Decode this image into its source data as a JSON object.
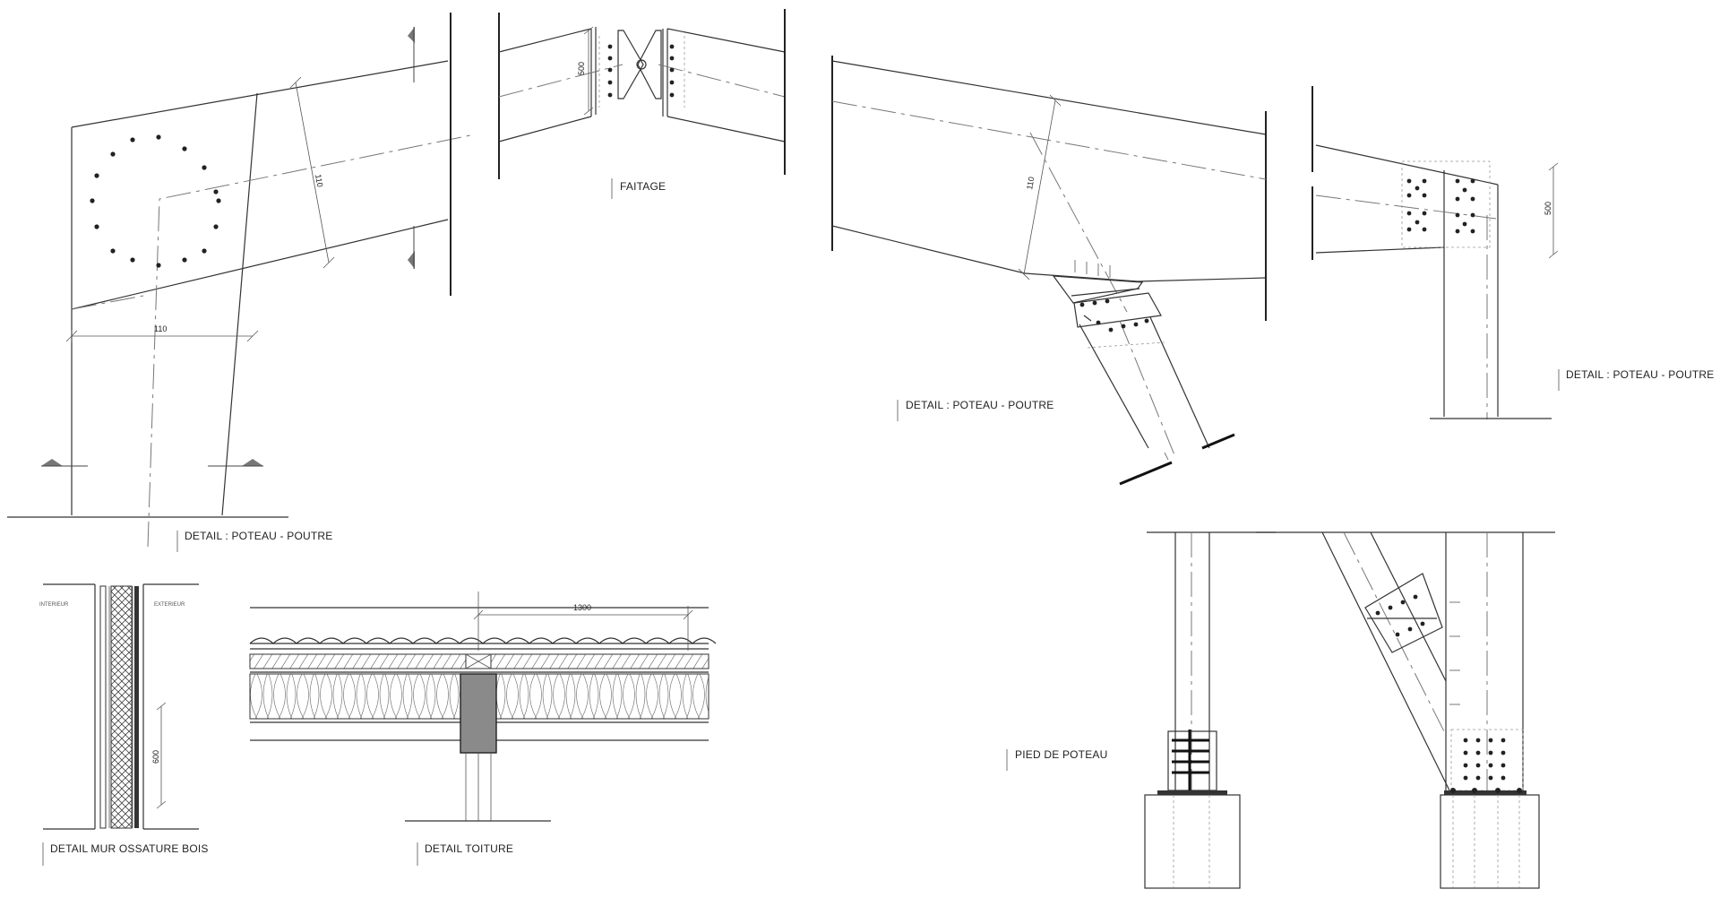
{
  "drawing": {
    "labels": {
      "faitage": "FAITAGE",
      "poteau_poutre": "DETAIL : POTEAU - POUTRE",
      "pied_de_poteau": "PIED DE POTEAU",
      "mur_ossature": "DETAIL MUR OSSATURE BOIS",
      "toiture": "DETAIL TOITURE"
    },
    "dimensions": {
      "d110": "110",
      "d500": "500",
      "d1300": "1300",
      "d600": "600"
    },
    "wall": {
      "interior": "INTERIEUR",
      "exterior": "EXTERIEUR"
    }
  }
}
